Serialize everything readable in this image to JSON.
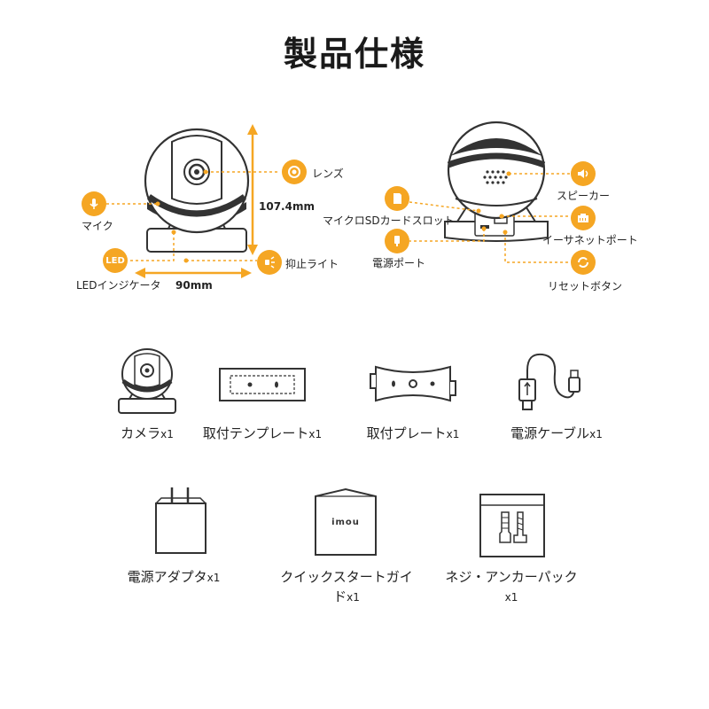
{
  "title": "製品仕様",
  "front": {
    "labels": {
      "lens": "レンズ",
      "mic": "マイク",
      "led_badge": "LED",
      "led_indicator": "LEDインジケータ",
      "light": "抑止ライト"
    },
    "dimensions": {
      "height": "107.4mm",
      "width": "90mm"
    }
  },
  "back": {
    "labels": {
      "speaker": "スピーカー",
      "sd_slot": "マイクロSDカードスロット",
      "ethernet": "イーサネットポート",
      "power_port": "電源ポート",
      "reset": "リセットボタン"
    }
  },
  "package": [
    {
      "name": "カメラ",
      "qty": "x1"
    },
    {
      "name": "取付テンプレート",
      "qty": "x1"
    },
    {
      "name": "取付プレート",
      "qty": "x1"
    },
    {
      "name": "電源ケーブル",
      "qty": "x1"
    },
    {
      "name": "電源アダプタ",
      "qty": "x1"
    },
    {
      "name": "クイックスタートガイド",
      "qty": "x1"
    },
    {
      "name": "ネジ・アンカーパック",
      "qty": "x1"
    }
  ],
  "guide_logo": "imou",
  "colors": {
    "accent": "#f5a623",
    "line": "#333333"
  }
}
